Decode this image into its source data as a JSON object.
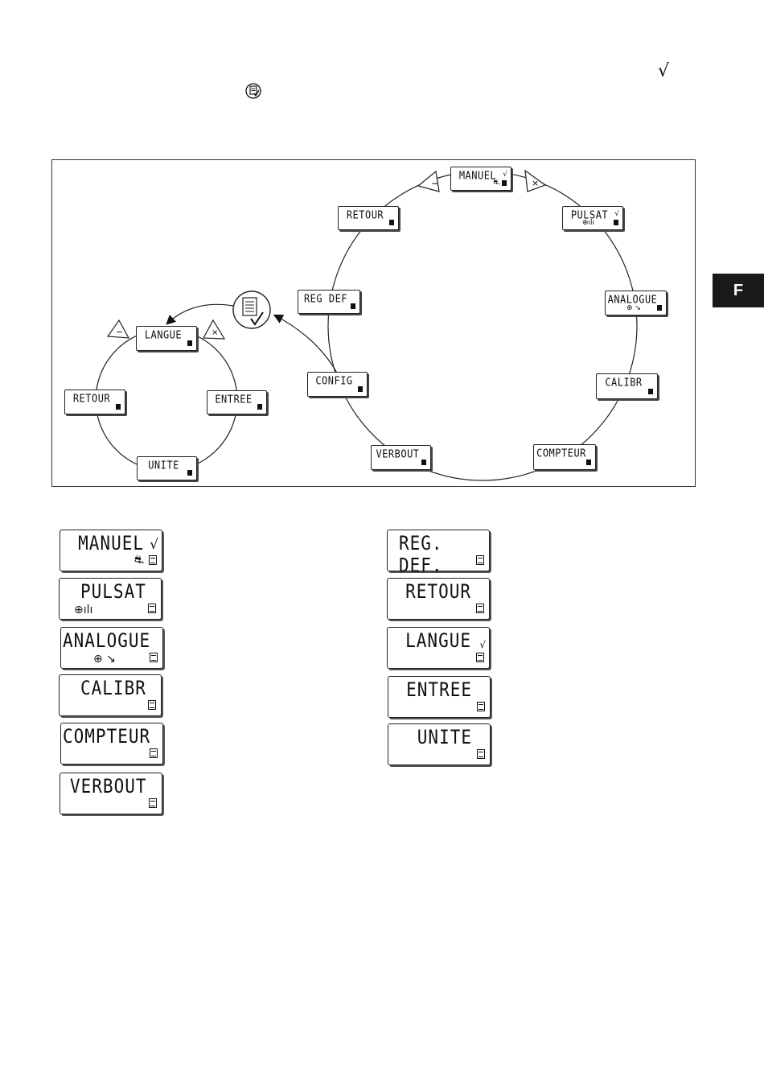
{
  "tab_label": "F",
  "diagram": {
    "main_loop": [
      {
        "key": "manuel",
        "label": "MANUEL",
        "check": "√",
        "symbol": "⛐"
      },
      {
        "key": "pulsat",
        "label": "PULSAT",
        "check": "√",
        "symbol": "⊕ılı"
      },
      {
        "key": "analogue",
        "label": "ANALOGUE",
        "symbol": "⊕  ↘"
      },
      {
        "key": "calibr",
        "label": "CALIBR"
      },
      {
        "key": "compteur",
        "label": "COMPTEUR"
      },
      {
        "key": "verbout",
        "label": "VERBOUT"
      },
      {
        "key": "config",
        "label": "CONFIG"
      },
      {
        "key": "regdef",
        "label": "REG DEF"
      },
      {
        "key": "retour",
        "label": "RETOUR"
      }
    ],
    "config_loop": [
      {
        "key": "langue",
        "label": "LANGUE"
      },
      {
        "key": "entree",
        "label": "ENTREE"
      },
      {
        "key": "unite",
        "label": "UNITE"
      },
      {
        "key": "retour2",
        "label": "RETOUR"
      }
    ],
    "minus_sign": "−",
    "plus_sign": "×"
  },
  "displays_left": [
    {
      "label": "MANUEL",
      "check": "√",
      "symbol": "⛐"
    },
    {
      "label": "PULSAT",
      "symbol": "⊕ılı"
    },
    {
      "label": "ANALOGUE",
      "symbol": "⊕  ↘"
    },
    {
      "label": "CALIBR"
    },
    {
      "label": "COMPTEUR"
    },
    {
      "label": "VERBOUT"
    }
  ],
  "displays_right": [
    {
      "label": "REG. DEF."
    },
    {
      "label": "RETOUR"
    },
    {
      "label": "LANGUE",
      "check": "√"
    },
    {
      "label": "ENTREE"
    },
    {
      "label": "UNITE"
    }
  ],
  "top_check": "√"
}
